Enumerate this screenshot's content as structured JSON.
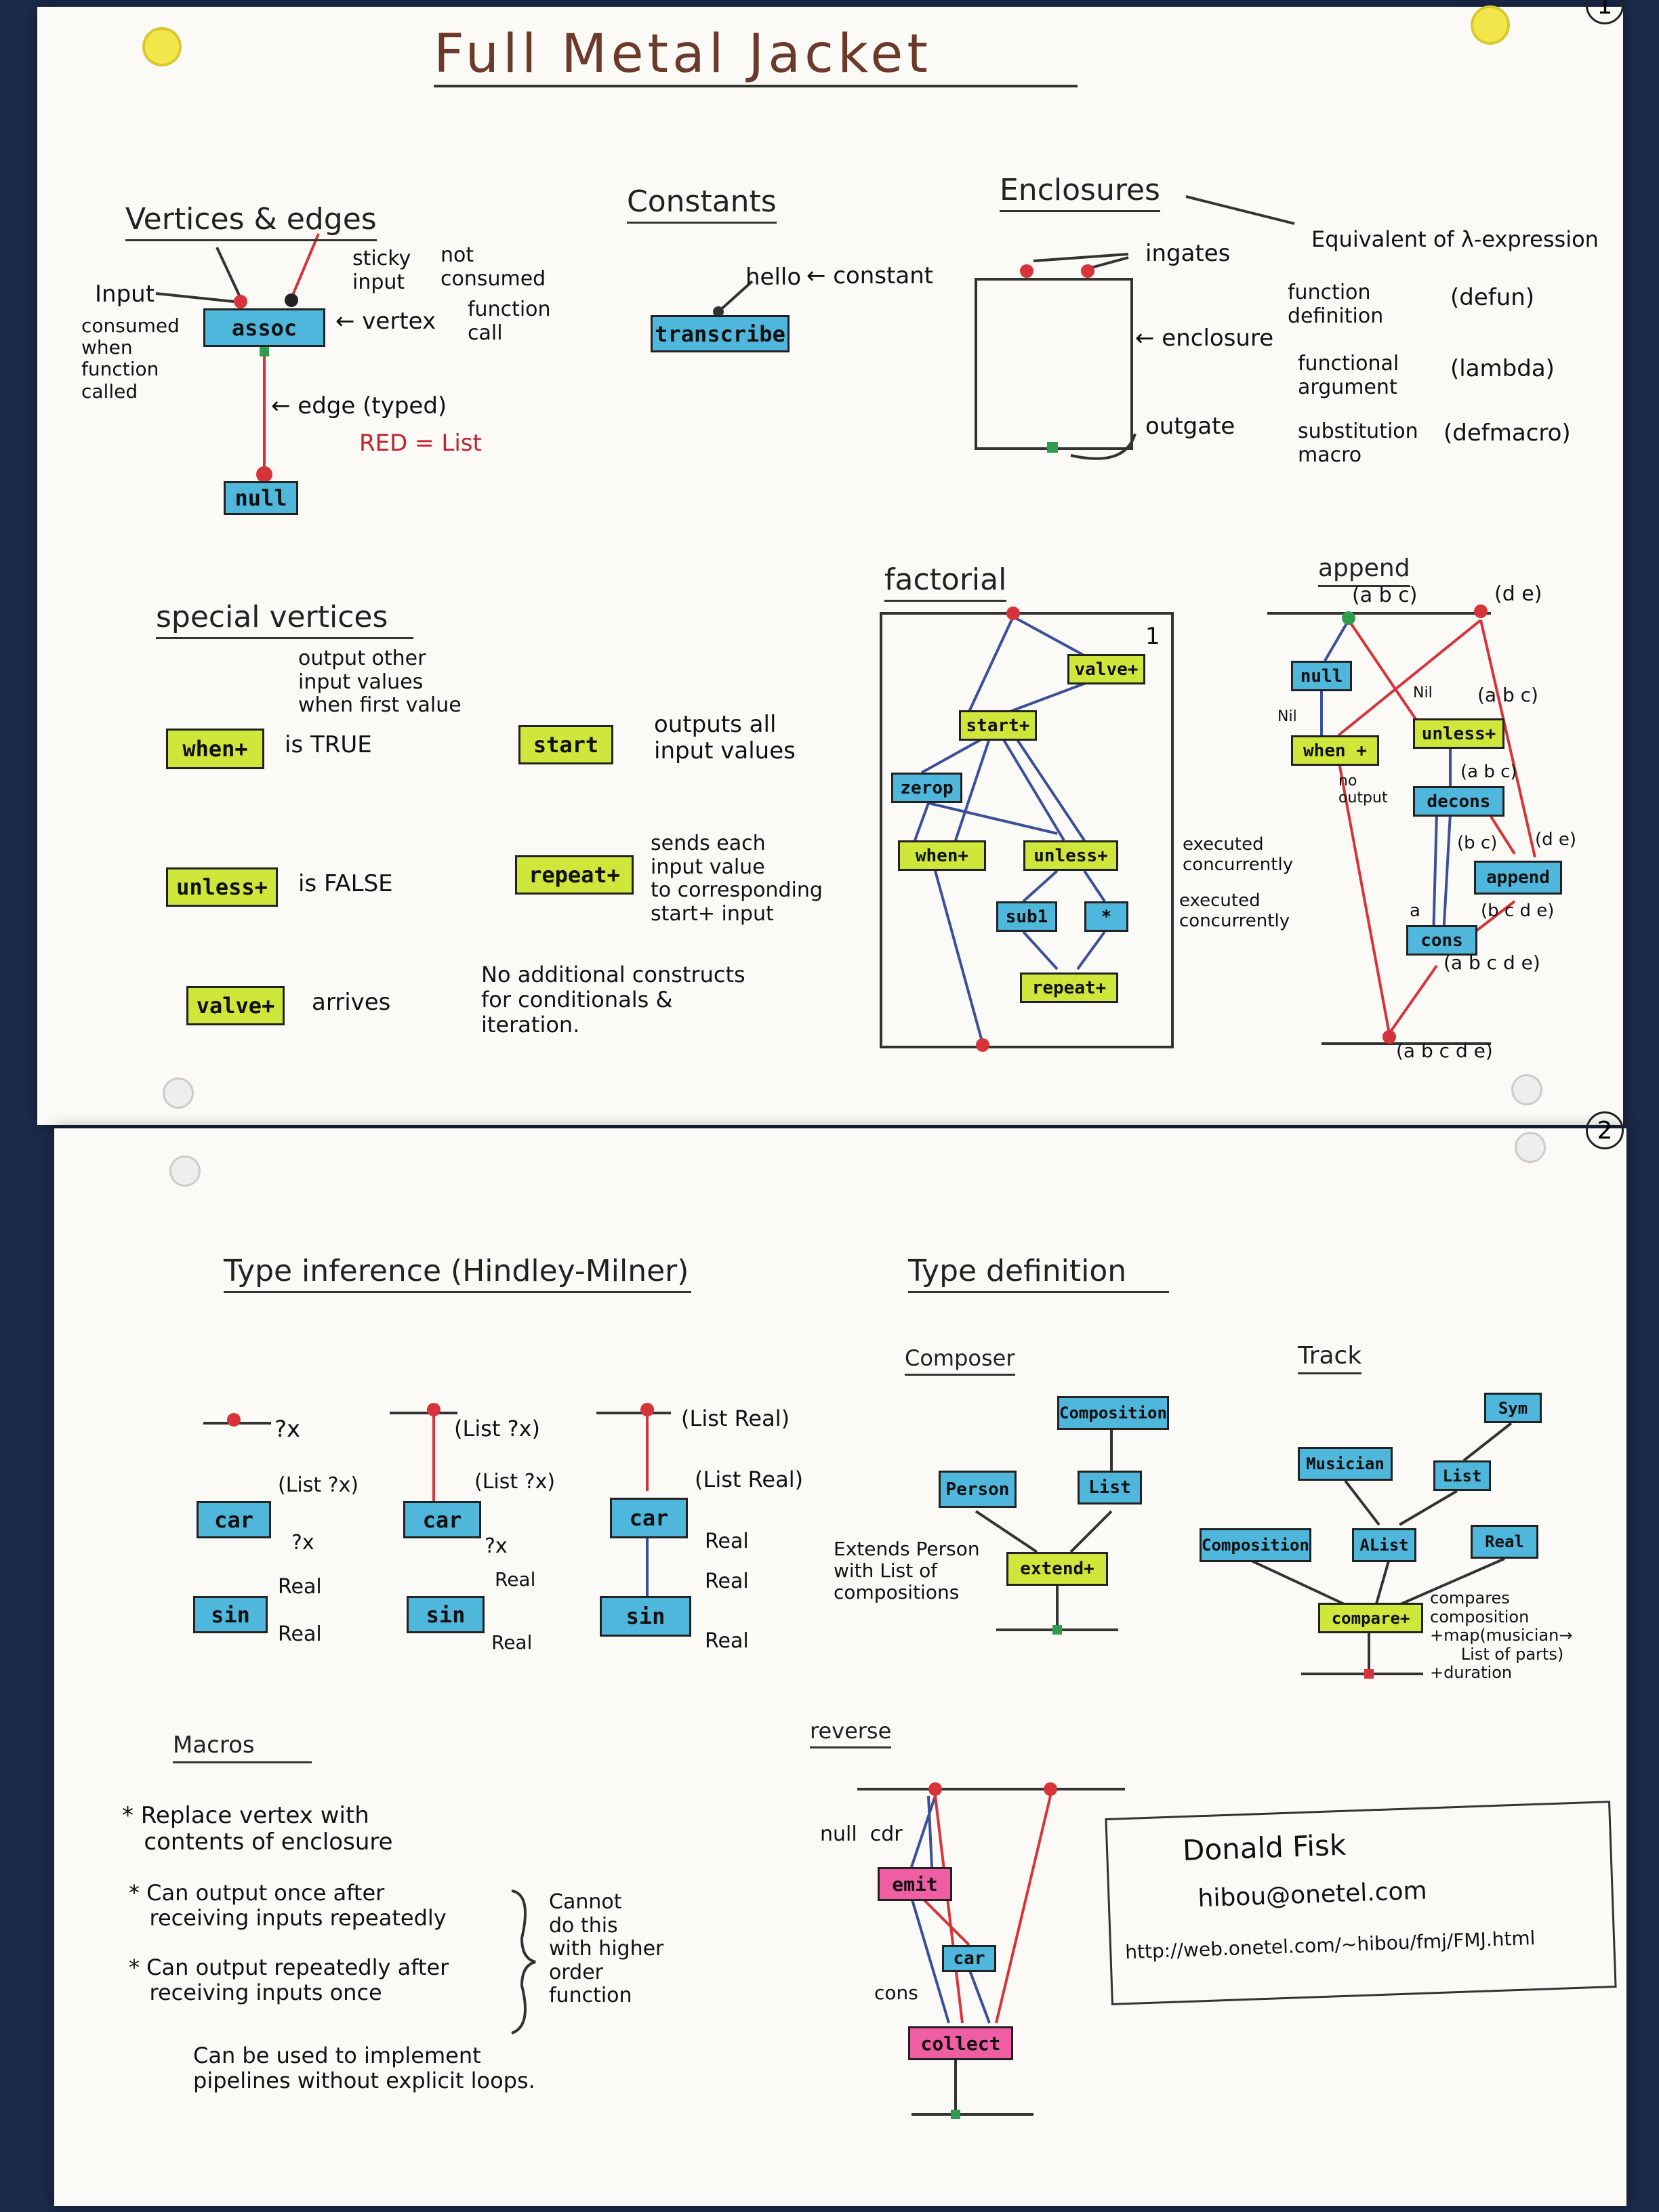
{
  "title": "Full Metal Jacket",
  "page_numbers": {
    "p1": "1",
    "p2": "2"
  },
  "vertices": {
    "heading": "Vertices & edges",
    "input": "Input",
    "consumed": "consumed\nwhen\nfunction\ncalled",
    "sticky": "sticky\ninput",
    "not_consumed": "not\nconsumed",
    "vertex": "← vertex",
    "function_call": "function\ncall",
    "edge": "← edge (typed)",
    "red_list": "RED = List",
    "assoc": "assoc",
    "null": "null"
  },
  "constants": {
    "heading": "Constants",
    "hello": "hello",
    "constant": "← constant",
    "transcribe": "transcribe"
  },
  "enclosures": {
    "heading": "Enclosures",
    "ingates": "ingates",
    "enclosure": "← enclosure",
    "outgate": "outgate",
    "equivalent": "Equivalent of λ-expression",
    "rows": [
      {
        "label": "function\ndefinition",
        "value": "(defun)"
      },
      {
        "label": "functional\nargument",
        "value": "(lambda)"
      },
      {
        "label": "substitution\nmacro",
        "value": "(defmacro)"
      }
    ]
  },
  "special": {
    "heading": "special vertices",
    "output_other": "output other\ninput values\nwhen first value",
    "when": "when+",
    "is_true": "is TRUE",
    "unless": "unless+",
    "is_false": "is FALSE",
    "valve": "valve+",
    "arrives": "arrives",
    "start": "start",
    "outputs_all": "outputs all\ninput values",
    "repeat": "repeat+",
    "sends_each": "sends each\ninput value\nto corresponding\nstart+ input",
    "no_additional": "No additional constructs\nfor conditionals &\niteration."
  },
  "factorial": {
    "heading": "factorial",
    "one": "1",
    "valve": "valve+",
    "start": "start+",
    "zerop": "zerop",
    "when": "when+",
    "unless": "unless+",
    "sub1": "sub1",
    "mul": "*",
    "repeat": "repeat+",
    "exec1": "executed\nconcurrently",
    "exec2": "executed\nconcurrently"
  },
  "append": {
    "heading": "append",
    "abc_top": "(a b c)",
    "de_top": "(d e)",
    "null": "null",
    "nil1": "Nil",
    "nil2": "Nil",
    "abc2": "(a b c)",
    "when": "when +",
    "unless": "unless+",
    "no_output": "no\noutput",
    "abc3": "(a b c)",
    "decons": "decons",
    "bc": "(b c)",
    "de2": "(d e)",
    "append_box": "append",
    "a": "a",
    "bcde": "(b c d e)",
    "cons": "cons",
    "abcde1": "(a b c d e)",
    "abcde2": "(a b c d e)"
  },
  "type_inference": {
    "heading": "Type inference (Hindley-Milner)",
    "col1": {
      "top": "?x",
      "car_in": "(List ?x)",
      "car": "car",
      "car_out": "?x",
      "sin_in": "Real",
      "sin": "sin",
      "sin_out": "Real"
    },
    "col2": {
      "top": "(List ?x)",
      "car_in": "(List ?x)",
      "car": "car",
      "car_out": "?x",
      "sin_in": "Real",
      "sin": "sin",
      "sin_out": "Real"
    },
    "col3": {
      "top": "(List Real)",
      "car_in": "(List Real)",
      "car": "car",
      "car_out": "Real",
      "sin_in": "Real",
      "sin": "sin",
      "sin_out": "Real"
    }
  },
  "type_definition": {
    "heading": "Type definition",
    "composer": "Composer",
    "composition": "Composition",
    "person": "Person",
    "list": "List",
    "extend": "extend+",
    "extends_note": "Extends Person\nwith List of\ncompositions",
    "track": "Track",
    "sym": "Sym",
    "musician": "Musician",
    "list2": "List",
    "composition2": "Composition",
    "alist": "AList",
    "real": "Real",
    "compare": "compare+",
    "compare_note": "compares\ncomposition\n+map(musician→\n      List of parts)\n+duration"
  },
  "macros": {
    "heading": "Macros",
    "b1": "* Replace vertex with\n   contents of enclosure",
    "b2": "* Can output once after\n   receiving inputs repeatedly",
    "b3": "* Can output repeatedly after\n   receiving inputs once",
    "cannot": "Cannot\ndo this\nwith higher\norder\nfunction",
    "pipelines": "Can be used to implement\npipelines without explicit loops."
  },
  "reverse": {
    "heading": "reverse",
    "null_cdr": "null  cdr",
    "emit": "emit",
    "car": "car",
    "cons": "cons",
    "collect": "collect"
  },
  "signature": {
    "name": "Donald Fisk",
    "email": "hibou@onetel.com",
    "url": "http://web.onetel.com/~hibou/fmj/FMJ.html"
  },
  "colors": {
    "blue_box": "#4fb6dc",
    "yellow_box": "#cfe63a",
    "pink_box": "#ef5ea3",
    "red_edge": "#d6333a",
    "blue_edge": "#3b4f9a",
    "green_gate": "#2e9e4e"
  }
}
